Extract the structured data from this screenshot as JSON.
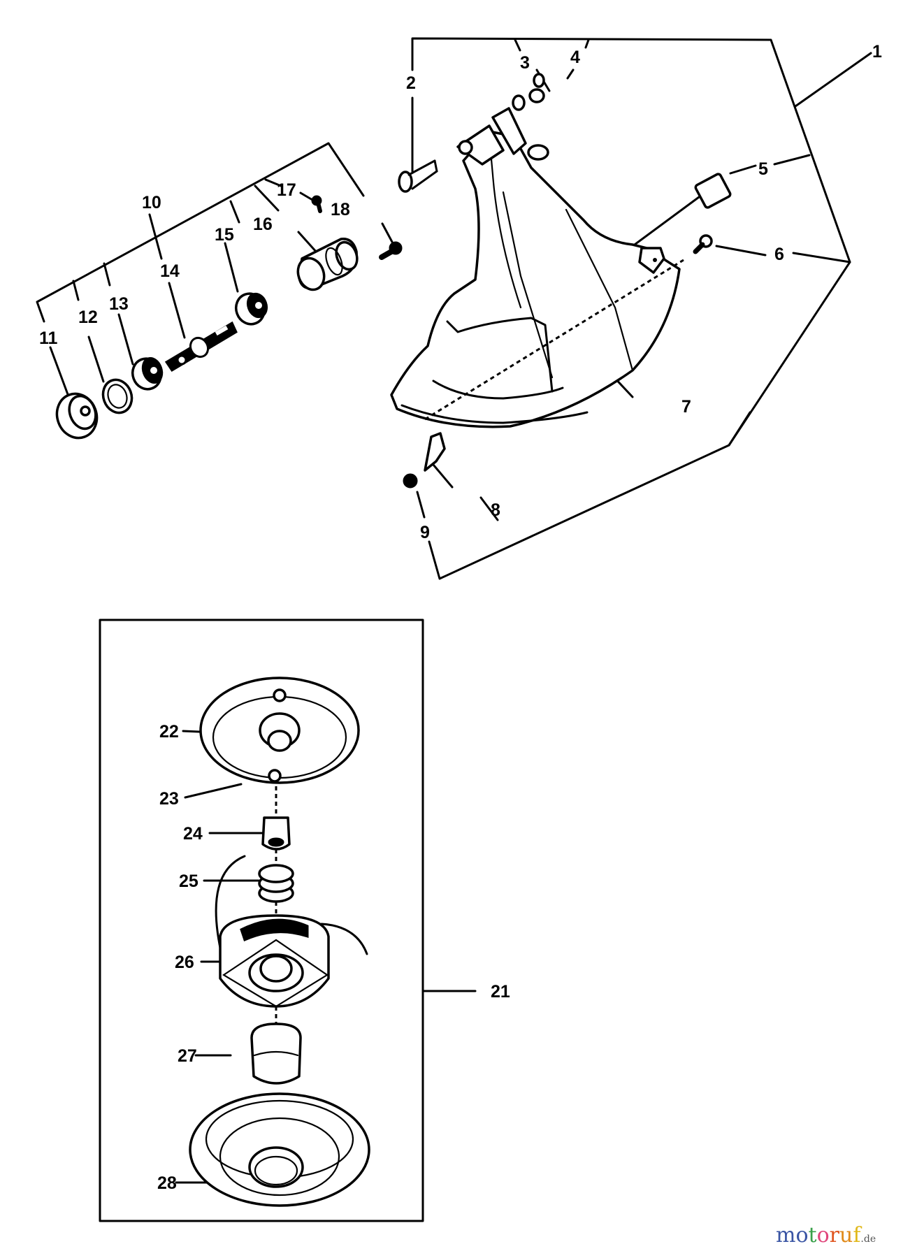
{
  "diagram": {
    "type": "exploded-parts-diagram",
    "subject": "String trimmer guard, gear head and trimmer head assembly",
    "callouts": [
      {
        "id": "1",
        "label": "1"
      },
      {
        "id": "2",
        "label": "2"
      },
      {
        "id": "3",
        "label": "3"
      },
      {
        "id": "4",
        "label": "4"
      },
      {
        "id": "5",
        "label": "5"
      },
      {
        "id": "6",
        "label": "6"
      },
      {
        "id": "7",
        "label": "7"
      },
      {
        "id": "8",
        "label": "8"
      },
      {
        "id": "9",
        "label": "9"
      },
      {
        "id": "10",
        "label": "10"
      },
      {
        "id": "11",
        "label": "11"
      },
      {
        "id": "12",
        "label": "12"
      },
      {
        "id": "13",
        "label": "13"
      },
      {
        "id": "14",
        "label": "14"
      },
      {
        "id": "15",
        "label": "15"
      },
      {
        "id": "16",
        "label": "16"
      },
      {
        "id": "17",
        "label": "17"
      },
      {
        "id": "18",
        "label": "18"
      },
      {
        "id": "21",
        "label": "21"
      },
      {
        "id": "22",
        "label": "22"
      },
      {
        "id": "23",
        "label": "23"
      },
      {
        "id": "24",
        "label": "24"
      },
      {
        "id": "25",
        "label": "25"
      },
      {
        "id": "26",
        "label": "26"
      },
      {
        "id": "27",
        "label": "27"
      },
      {
        "id": "28",
        "label": "28"
      }
    ]
  },
  "watermark": {
    "letters": [
      "m",
      "o",
      "t",
      "o",
      "r",
      "u",
      "f"
    ],
    "colors": [
      "#3a55a4",
      "#3a55a4",
      "#3aa04a",
      "#e0457b",
      "#e0551f",
      "#e08a1a",
      "#e0b81a"
    ],
    "tld": ".de"
  }
}
